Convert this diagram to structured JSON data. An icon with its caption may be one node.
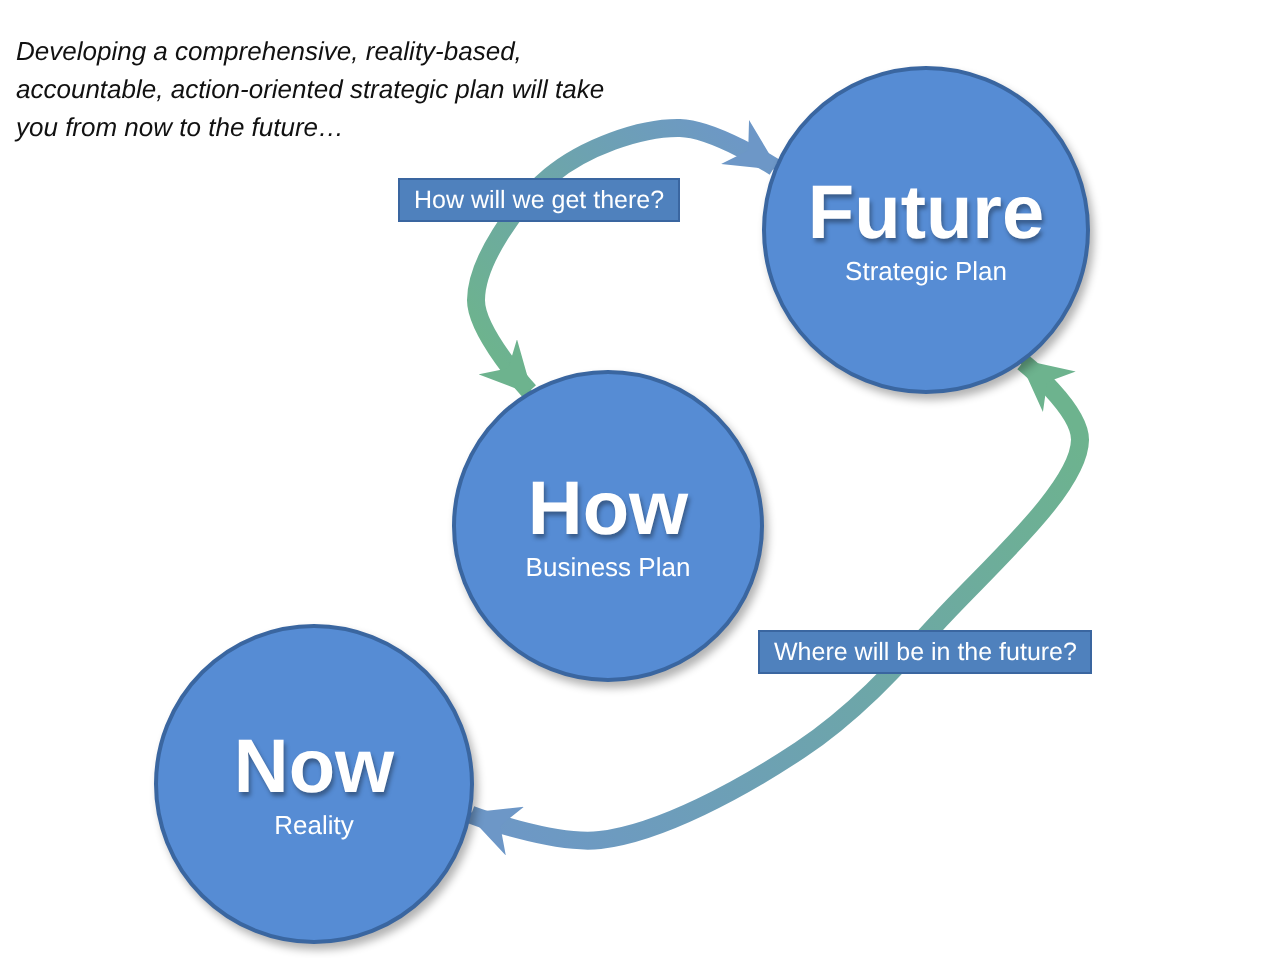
{
  "diagram": {
    "title": "Developing a comprehensive, reality-based, accountable, action-oriented  strategic plan will take you from now to the future…",
    "nodes": [
      {
        "text": [
          "Future",
          "Strategic Plan"
        ]
      },
      {
        "text": [
          "How",
          "Business Plan"
        ]
      },
      {
        "text": [
          "Now",
          "Reality"
        ]
      }
    ],
    "edges": [
      {
        "from": 1,
        "to": 0,
        "arrow": "both",
        "label": "How will we get there?"
      },
      {
        "from": 2,
        "to": 0,
        "arrow": "both",
        "label": "Where will be in the future?"
      }
    ]
  }
}
